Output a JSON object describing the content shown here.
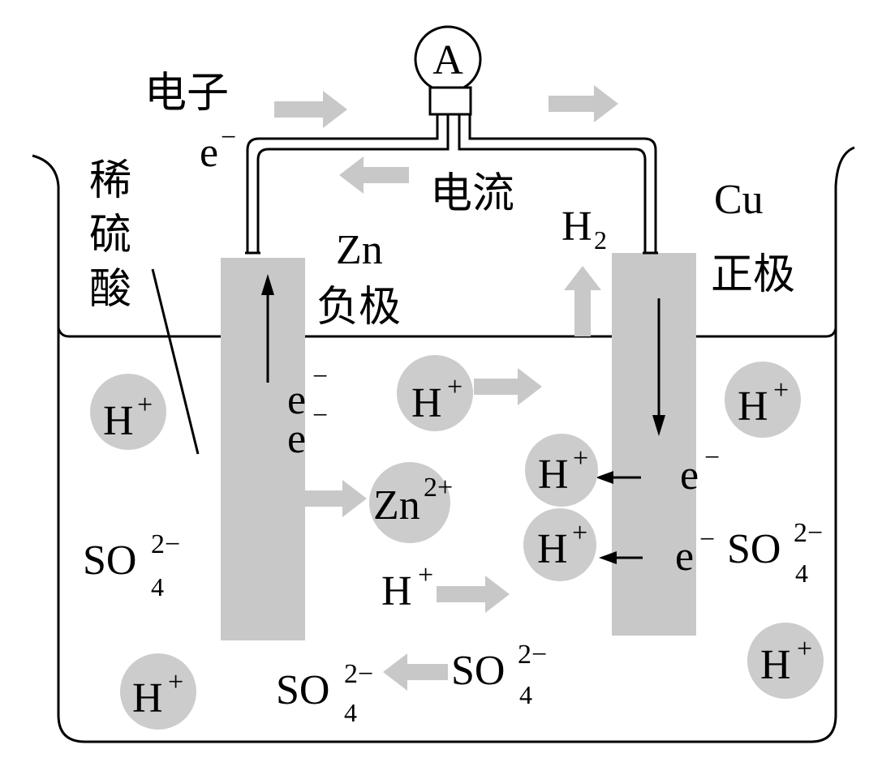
{
  "labels": {
    "ammeter": "A",
    "electron_word": "电子",
    "electron_symbol": "e",
    "negative_sign": "−",
    "acid_chars": [
      "稀",
      "硫",
      "酸"
    ],
    "current": "电流",
    "zn": "Zn",
    "negative_pole": "负极",
    "cu": "Cu",
    "positive_pole": "正极",
    "h2_base": "H",
    "h2_sub": "2",
    "h_base": "H",
    "plus": "+",
    "zn_ion_charge": "2+",
    "so_base": "SO",
    "so_sub": "4",
    "so_charge": "2−"
  },
  "colors": {
    "electrode": "#c8c8c8",
    "ion_circle": "#cccccc",
    "flow_arrow": "#c8c8c8",
    "line": "#000000"
  }
}
